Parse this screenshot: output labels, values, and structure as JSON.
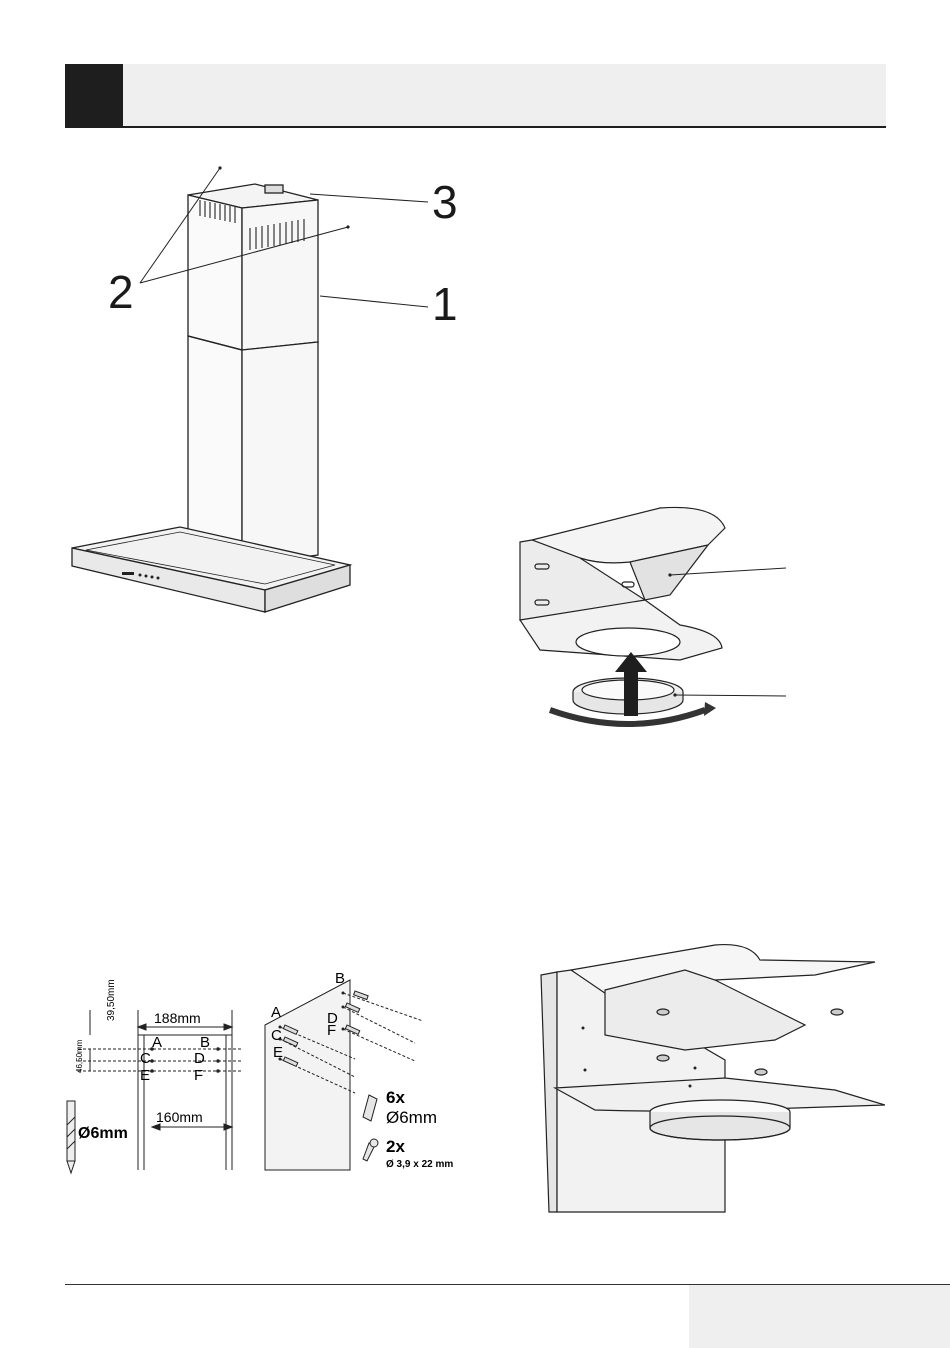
{
  "hood_figure": {
    "callouts": [
      "3",
      "2",
      "1"
    ]
  },
  "drill_figure": {
    "dim_top": "39,50mm",
    "dim_width_top": "188mm",
    "dim_side": "46,50mm",
    "dim_width_bottom": "160mm",
    "drill_size": "Ø6mm",
    "hole_labels": [
      "A",
      "B",
      "C",
      "D",
      "E",
      "F"
    ]
  },
  "panel_figure": {
    "hole_labels": [
      "B",
      "A",
      "D",
      "F",
      "C",
      "E"
    ],
    "dowel_qty": "6x",
    "dowel_size": "Ø6mm",
    "screw_qty": "2x",
    "screw_size": "Ø 3,9 x 22 mm"
  }
}
